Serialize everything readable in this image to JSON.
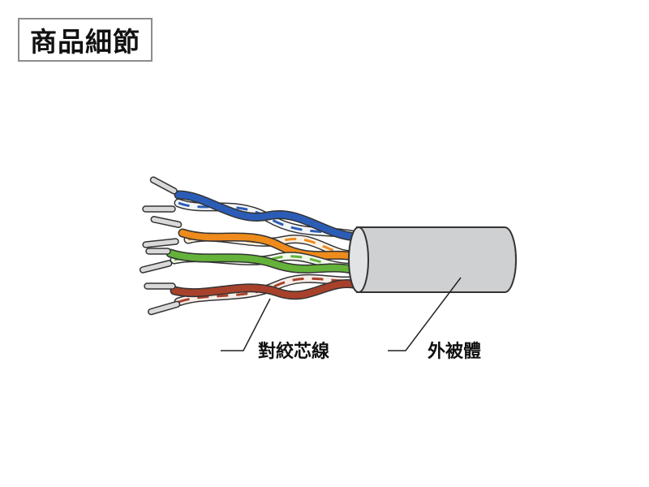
{
  "title": "商品細節",
  "labels": {
    "twisted_pair": "對絞芯線",
    "jacket": "外被體"
  },
  "colors": {
    "jacket": "#cfd0d2",
    "pair_blue": "#2b5db7",
    "pair_orange": "#ee8b1c",
    "pair_green": "#64b23a",
    "pair_brown": "#a8412b",
    "copper": "#cfcfcf",
    "outline": "#333333"
  }
}
